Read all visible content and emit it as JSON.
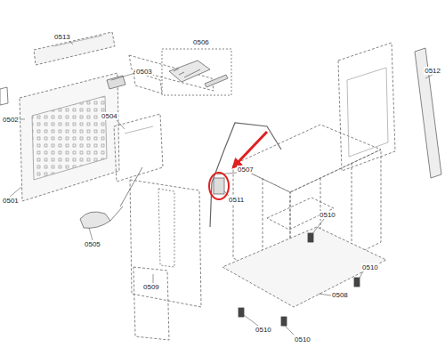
{
  "diagram": {
    "labels": [
      "0513",
      "0503",
      "0506",
      "0502",
      "0504",
      "0507",
      "0512",
      "0511",
      "0505",
      "0501",
      "0509",
      "0510",
      "0510",
      "0508",
      "0510",
      "0510"
    ]
  }
}
